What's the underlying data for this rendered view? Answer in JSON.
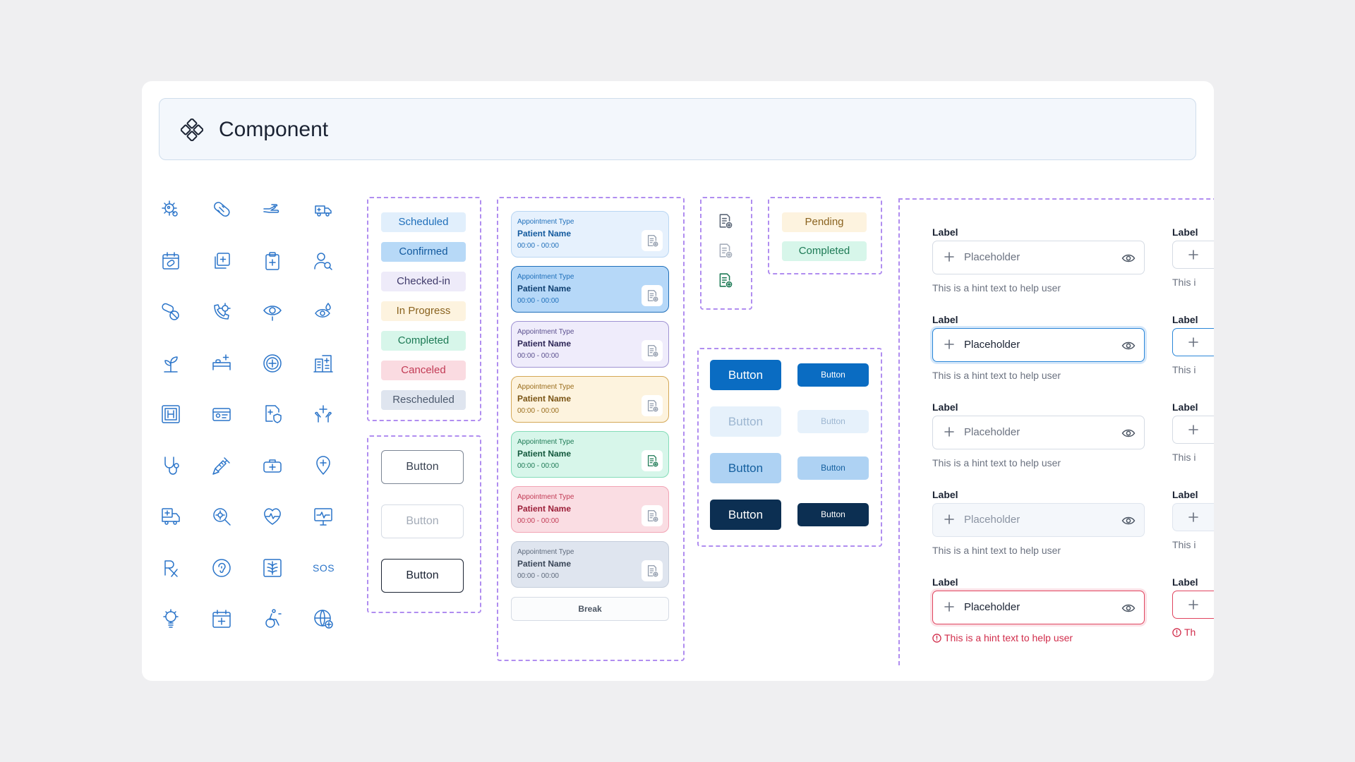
{
  "header": {
    "title": "Component"
  },
  "icons": [
    "virus-gear-icon",
    "bandage-icon",
    "helping-hand-icon",
    "ambulance-truck-icon",
    "calendar-pill-icon",
    "medical-files-icon",
    "clipboard-cross-icon",
    "doctor-search-icon",
    "pills-icon",
    "phone-virus-icon",
    "eye-icon",
    "eye-drop-icon",
    "plant-hand-icon",
    "hospital-bed-icon",
    "medical-target-icon",
    "hospital-building-icon",
    "hospital-sign-icon",
    "id-card-icon",
    "document-shield-icon",
    "hands-cross-icon",
    "stethoscope-icon",
    "syringe-icon",
    "first-aid-kit-icon",
    "location-pin-icon",
    "ambulance-icon",
    "virus-search-icon",
    "heart-pulse-icon",
    "monitor-pulse-icon",
    "prescription-icon",
    "ear-icon",
    "xray-icon",
    "sos-icon",
    "gear-bulb-icon",
    "calendar-cross-icon",
    "wheelchair-icon",
    "globe-cross-icon"
  ],
  "sos_text": "SOS",
  "status_chips": [
    {
      "label": "Scheduled",
      "bg": "#e1effc",
      "fg": "#1f6fba"
    },
    {
      "label": "Confirmed",
      "bg": "#b7d9f7",
      "fg": "#135a9e"
    },
    {
      "label": "Checked-in",
      "bg": "#eeebf9",
      "fg": "#3f3a6a"
    },
    {
      "label": "In Progress",
      "bg": "#fdf3df",
      "fg": "#8a6320"
    },
    {
      "label": "Completed",
      "bg": "#d7f6ea",
      "fg": "#1d7a55"
    },
    {
      "label": "Canceled",
      "bg": "#fadbe1",
      "fg": "#c23b55"
    },
    {
      "label": "Rescheduled",
      "bg": "#dfe5ef",
      "fg": "#4d5a6e"
    }
  ],
  "outline_buttons": [
    {
      "label": "Button"
    },
    {
      "label": "Button"
    },
    {
      "label": "Button"
    }
  ],
  "appointments": [
    {
      "type": "Appointment Type",
      "name": "Patient Name",
      "time": "00:00 - 00:00",
      "bg": "#e6f1fd",
      "border": "#b9d6f3",
      "fg": "#1f6fba",
      "name_fg": "#135a9e",
      "icon": "#8f9aab"
    },
    {
      "type": "Appointment Type",
      "name": "Patient Name",
      "time": "00:00 - 00:00",
      "bg": "#b6d8f8",
      "border": "#1f6fba",
      "fg": "#1f6fba",
      "name_fg": "#0f3f70",
      "icon": "#8f9aab"
    },
    {
      "type": "Appointment Type",
      "name": "Patient Name",
      "time": "00:00 - 00:00",
      "bg": "#efecfb",
      "border": "#9f93d3",
      "fg": "#5a4f8e",
      "name_fg": "#2e2757",
      "icon": "#8f9aab"
    },
    {
      "type": "Appointment Type",
      "name": "Patient Name",
      "time": "00:00 - 00:00",
      "bg": "#fdf3de",
      "border": "#d4a857",
      "fg": "#9a6d1c",
      "name_fg": "#7a5414",
      "icon": "#8f9aab"
    },
    {
      "type": "Appointment Type",
      "name": "Patient Name",
      "time": "00:00 - 00:00",
      "bg": "#d7f6ea",
      "border": "#83dcb8",
      "fg": "#1d7a55",
      "name_fg": "#13583d",
      "icon": "#1d7a55"
    },
    {
      "type": "Appointment Type",
      "name": "Patient Name",
      "time": "00:00 - 00:00",
      "bg": "#fadde3",
      "border": "#f2a3b4",
      "fg": "#c23b55",
      "name_fg": "#9c1f39",
      "icon": "#8f9aab"
    },
    {
      "type": "Appointment Type",
      "name": "Patient Name",
      "time": "00:00 - 00:00",
      "bg": "#dfe5ef",
      "border": "#c4cddb",
      "fg": "#5e6a7c",
      "name_fg": "#3a4658",
      "icon": "#8f9aab"
    }
  ],
  "break_label": "Break",
  "mini_icons": [
    {
      "name": "document-add-icon",
      "color": "#5b6677"
    },
    {
      "name": "document-add-icon",
      "color": "#a6aebb"
    },
    {
      "name": "document-add-icon",
      "color": "#1d7a55"
    }
  ],
  "pay_chips": [
    {
      "label": "Pending",
      "bg": "#fdf3df",
      "fg": "#8a6320"
    },
    {
      "label": "Completed",
      "bg": "#d7f6ea",
      "fg": "#1d7a55"
    }
  ],
  "solid_buttons": [
    {
      "label": "Button",
      "bg": "#0a6cc2",
      "fg": "#ffffff"
    },
    {
      "label": "Button",
      "bg": "#e6f1fb",
      "fg": "#9cb6d1"
    },
    {
      "label": "Button",
      "bg": "#aed2f3",
      "fg": "#15609f"
    },
    {
      "label": "Button",
      "bg": "#0c2f52",
      "fg": "#ffffff"
    }
  ],
  "fields": [
    {
      "label": "Label",
      "placeholder": "Placeholder",
      "hint": "This is a hint text to help user",
      "border": "#d5dbe4",
      "bg": "#ffffff",
      "ph_color": "#6b7280",
      "hint_color": "#6b7280",
      "state": "default"
    },
    {
      "label": "Label",
      "placeholder": "Placeholder",
      "hint": "This is a hint text to help user",
      "border": "#2a86d8",
      "bg": "#ffffff",
      "ph_color": "#1b2333",
      "hint_color": "#6b7280",
      "state": "focused"
    },
    {
      "label": "Label",
      "placeholder": "Placeholder",
      "hint": "This is a hint text to help user",
      "border": "#d5dbe4",
      "bg": "#ffffff",
      "ph_color": "#6b7280",
      "hint_color": "#6b7280",
      "state": "hover"
    },
    {
      "label": "Label",
      "placeholder": "Placeholder",
      "hint": "This is a hint text to help user",
      "border": "#dfe5ee",
      "bg": "#f4f7fb",
      "ph_color": "#8a93a2",
      "hint_color": "#6b7280",
      "state": "disabled"
    },
    {
      "label": "Label",
      "placeholder": "Placeholder",
      "hint": "This is a hint text to help user",
      "border": "#e0445f",
      "bg": "#ffffff",
      "ph_color": "#1b2333",
      "hint_color": "#d12d4b",
      "state": "error"
    }
  ],
  "fields_right": [
    {
      "label": "Label",
      "hint": "This i"
    },
    {
      "label": "Label",
      "hint": "This i"
    },
    {
      "label": "Label",
      "hint": "This i"
    },
    {
      "label": "Label",
      "hint": "This i"
    },
    {
      "label": "Label",
      "hint": "Th"
    }
  ]
}
